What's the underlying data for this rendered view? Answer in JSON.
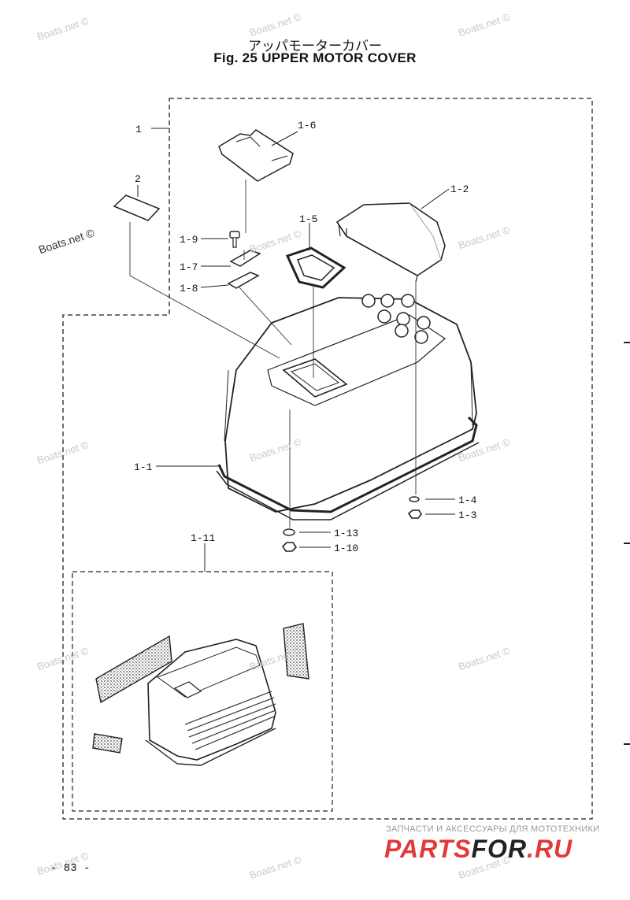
{
  "header": {
    "title_jp": "アッパモーターカバー",
    "title_en": "Fig. 25   UPPER MOTOR COVER"
  },
  "callouts": {
    "c1": "1",
    "c2": "2",
    "c1_1": "1-1",
    "c1_2": "1-2",
    "c1_3": "1-3",
    "c1_4": "1-4",
    "c1_5": "1-5",
    "c1_6": "1-6",
    "c1_7": "1-7",
    "c1_8": "1-8",
    "c1_9": "1-9",
    "c1_10": "1-10",
    "c1_11": "1-11",
    "c1_13": "1-13"
  },
  "watermark": "Boats.net ©",
  "footer": {
    "page_number": "- 83 -",
    "brand_sub": "ЗАПЧАСТИ И АКСЕССУАРЫ ДЛЯ МОТОТЕХНИКИ",
    "brand_main_red": "PARTS",
    "brand_main_dark": "FOR",
    "brand_main_tail": ".RU"
  },
  "colors": {
    "line": "#222222",
    "watermark": "#c9c9c9",
    "brand_red": "#e23a3a"
  }
}
